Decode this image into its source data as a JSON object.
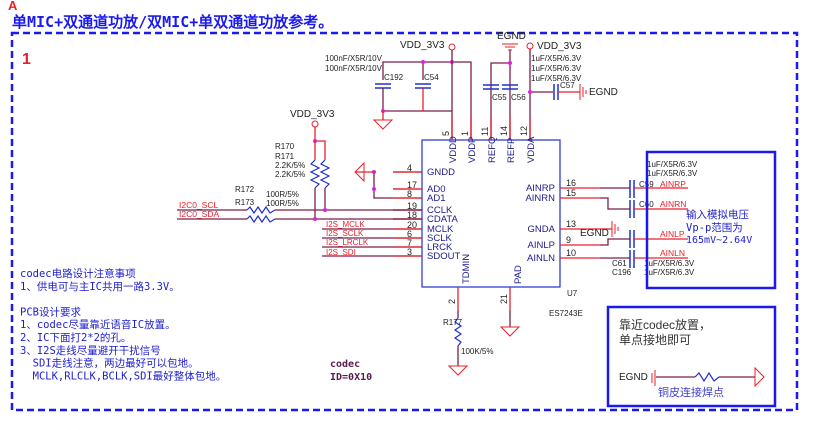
{
  "sheet": {
    "zone_letter": "A",
    "title": "单MIC+双通道功放/双MIC+单双通道功放参考。",
    "section_number": "1",
    "border_color": "#1a1af0"
  },
  "power": {
    "vdd_left": "VDD_3V3",
    "vdd_top": "VDD_3V3",
    "vdd_right": "VDD_3V3",
    "egnd_top": "EGND",
    "egnd_c57": "EGND",
    "egnd_gnda": "EGND"
  },
  "caps": {
    "c192": {
      "ref": "C192",
      "value": "100nF/X5R/10V"
    },
    "c54": {
      "ref": "C54",
      "value": "100nF/X5R/10V"
    },
    "c55": {
      "ref": "C55",
      "value": "1uF/X5R/6.3V"
    },
    "c56": {
      "ref": "C56",
      "value": "1uF/X5R/6.3V"
    },
    "c57": {
      "ref": "C57",
      "value": "1uF/X5R/6.3V"
    },
    "c59": {
      "ref": "C59",
      "value": "1uF/X5R/6.3V"
    },
    "c60": {
      "ref": "C60",
      "value": "1uF/X5R/6.3V"
    },
    "c61": {
      "ref": "C61",
      "value": "1uF/X5R/6.3V"
    },
    "c196": {
      "ref": "C196",
      "value": "1uF/X5R/6.3V"
    }
  },
  "resistors": {
    "r170": {
      "ref": "R170",
      "value": "2.2K/5%"
    },
    "r171": {
      "ref": "R171",
      "value": "2.2K/5%"
    },
    "r172": {
      "ref": "R172",
      "value": "100R/5%"
    },
    "r173": {
      "ref": "R173",
      "value": "100R/5%"
    },
    "r177": {
      "ref": "R177",
      "value": "100K/5%"
    }
  },
  "nets": {
    "i2c_scl": "I2C0_SCL",
    "i2c_sda": "I2C0_SDA",
    "i2s_mclk": "I2S_MCLK",
    "i2s_sclk": "I2S_SCLK",
    "i2s_lrclk": "I2S_LRCLK",
    "i2s_sdi": "I2S_SDI",
    "ainrp": "AINRP",
    "ainrn": "AINRN",
    "ainlp": "AINLP",
    "ainln": "AINLN"
  },
  "ic": {
    "ref": "U7",
    "part": "ES7243E",
    "top_pins": [
      {
        "num": "5",
        "name": "VDDD"
      },
      {
        "num": "1",
        "name": "VDDP"
      },
      {
        "num": "11",
        "name": "REFQ"
      },
      {
        "num": "14",
        "name": "REFP"
      },
      {
        "num": "12",
        "name": "VDDA"
      }
    ],
    "left_pins": [
      {
        "num": "4",
        "name": "GNDD"
      },
      {
        "num": "17",
        "name": "AD0"
      },
      {
        "num": "8",
        "name": "AD1"
      },
      {
        "num": "19",
        "name": "CCLK"
      },
      {
        "num": "18",
        "name": "CDATA"
      },
      {
        "num": "20",
        "name": "MCLK"
      },
      {
        "num": "6",
        "name": "SCLK"
      },
      {
        "num": "7",
        "name": "LRCK"
      },
      {
        "num": "3",
        "name": "SDOUT"
      }
    ],
    "right_pins": [
      {
        "num": "16",
        "name": "AINRP"
      },
      {
        "num": "15",
        "name": "AINRN"
      },
      {
        "num": "13",
        "name": "GNDA"
      },
      {
        "num": "9",
        "name": "AINLP"
      },
      {
        "num": "10",
        "name": "AINLN"
      }
    ],
    "bottom_pins": [
      {
        "num": "2",
        "name": "TDMIN"
      },
      {
        "num": "21",
        "name": "PAD"
      }
    ]
  },
  "input_note": [
    "输入模拟电压",
    "Vp-p范围为",
    "165mV~2.64V"
  ],
  "egnd_note": {
    "lines": [
      "靠近codec放置，",
      "单点接地即可"
    ],
    "egnd_label": "EGND",
    "caption": "铜皮连接焊点"
  },
  "design_notes": [
    "codec电路设计注意事项",
    "1、供电可与主IC共用一路3.3V。",
    "",
    "PCB设计要求",
    "1、codec尽量靠近语音IC放置。",
    "2、IC下面打2*2的孔。",
    "3、I2S走线尽量避开干扰信号",
    "  SDI走线注意，两边最好可以包地。",
    "  MCLK,RLCLK,BCLK,SDI最好整体包地。"
  ],
  "codec_id": [
    "codec",
    "ID=0X10"
  ]
}
